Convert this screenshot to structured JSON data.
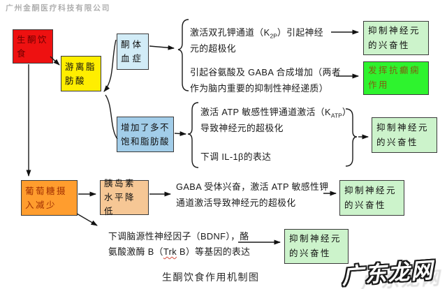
{
  "page": {
    "company_watermark": "广州金酮医疗科技有限公司",
    "site_watermark": "广东龙网",
    "title": "生酮饮食作用机制图"
  },
  "nodes": {
    "ketogenic_diet": {
      "label": "生酮饮食"
    },
    "free_fatty_acids": {
      "label": "游离脂肪酸"
    },
    "ketonemia": {
      "label": "酮体血症"
    },
    "pufa_increase": {
      "label": "增加了多不饱和脂肪酸"
    },
    "glucose_reduction": {
      "label": "葡萄糖摄入减少"
    },
    "insulin_decrease": {
      "label": "胰岛素水平降低"
    }
  },
  "branch_ketonemia": {
    "mech_k2p": {
      "pre": "激活双孔钾通道（K",
      "sub": "2P",
      "post": "）引起神经",
      "line2": "元的超极化"
    },
    "mech_gaba_synthesis": {
      "line1": "引起谷氨酸及 GABA 合成增加（两者",
      "line2": "作为脑内重要的抑制性神经递质）"
    }
  },
  "branch_pufa": {
    "mech_katp": {
      "pre": "激活 ATP 敏感性钾通道激活（K",
      "sub": "ATP",
      "post": "）",
      "line2": "导致神经元的超极化"
    },
    "mech_il1b": "下调 IL-1β的表达"
  },
  "branch_glucose": {
    "mech_gaba_receptor": {
      "line1": "GABA 受体兴奋，激活 ATP 敏感性钾",
      "line2": "通道激活导致神经元的超极化"
    },
    "mech_bdnf": {
      "line1": "下调脑源性神经因子（BDNF），酪",
      "line2_pre": "氨酸激酶 B（",
      "trk": "Trk",
      "line2_post": " B）等基因的表达"
    }
  },
  "outcomes": [
    {
      "label": "抑制神经元的兴奋性"
    },
    {
      "label": "发挥抗癫痫作用"
    },
    {
      "label": "抑制神经元的兴奋性"
    },
    {
      "label": "抑制神经元的兴奋性"
    },
    {
      "label": "抑制神经元的兴奋性"
    }
  ],
  "colors": {
    "node_red": "#ee1111",
    "node_yellow": "#ffee00",
    "node_cyan": "#d2ecf7",
    "node_blue": "#a2cde9",
    "node_orange": "#ff9d2e",
    "node_peach": "#f6c795",
    "outcome_pale_green": "#ccf3cb",
    "outcome_bright_green": "#2ef32e",
    "line": "#1a1a1a"
  }
}
